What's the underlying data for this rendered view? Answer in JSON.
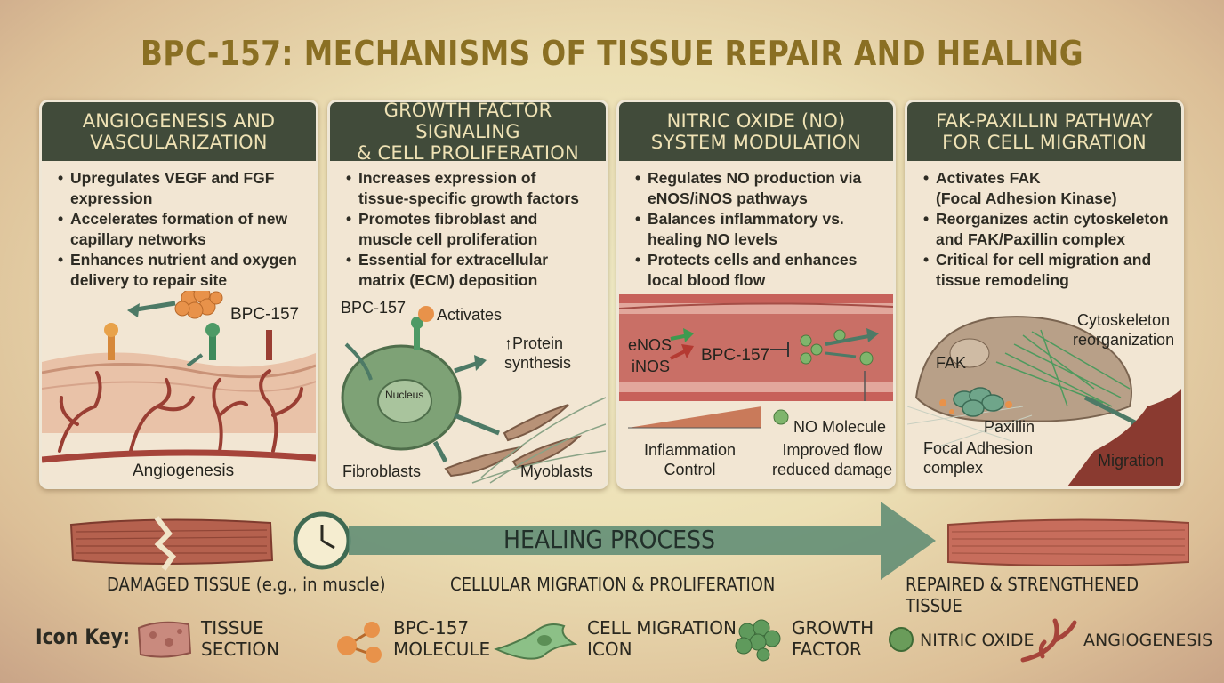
{
  "title": "BPC-157: MECHANISMS OF TISSUE REPAIR AND HEALING",
  "panels": [
    {
      "heading": "ANGIOGENESIS AND\nVASCULARIZATION",
      "bullets": [
        "Upregulates VEGF and FGF\nexpression",
        "Accelerates formation of new\ncapillary networks",
        "Enhances nutrient and oxygen\ndelivery to repair site"
      ],
      "labels": {
        "molecule": "BPC-157",
        "caption": "Angiogenesis"
      }
    },
    {
      "heading": "GROWTH FACTOR SIGNALING\n& CELL PROLIFERATION",
      "bullets": [
        "Increases expression of\ntissue-specific growth factors",
        "Promotes fibroblast and\nmuscle cell proliferation",
        "Essential for extracellular\nmatrix (ECM) deposition"
      ],
      "labels": {
        "molecule": "BPC-157",
        "activates": "Activates",
        "protein": "↑Protein\nsynthesis",
        "nucleus": "Nucleus",
        "fibroblasts": "Fibroblasts",
        "myoblasts": "Myoblasts"
      }
    },
    {
      "heading": "NITRIC OXIDE (NO)\nSYSTEM MODULATION",
      "bullets": [
        "Regulates NO production via\neNOS/iNOS pathways",
        "Balances inflammatory vs.\nhealing NO levels",
        "Protects cells and enhances\nlocal blood flow"
      ],
      "labels": {
        "enos": "eNOS",
        "inos": "iNOS",
        "molecule": "BPC-157",
        "no_molecule": "NO Molecule",
        "inflammation": "Inflammation\nControl",
        "flow": "Improved flow\nreduced damage"
      }
    },
    {
      "heading": "FAK-PAXILLIN PATHWAY\nFOR CELL MIGRATION",
      "bullets": [
        "Activates FAK\n(Focal Adhesion Kinase)",
        "Reorganizes actin cytoskeleton\nand FAK/Paxillin complex",
        "Critical for cell migration and\ntissue remodeling"
      ],
      "labels": {
        "cytoskeleton": "Cytoskeleton\nreorganization",
        "fak": "FAK",
        "paxillin": "Paxillin",
        "focal": "Focal Adhesion\ncomplex",
        "migration": "Migration"
      }
    }
  ],
  "process": {
    "arrow_label": "HEALING PROCESS",
    "damaged": "DAMAGED TISSUE (e.g., in muscle)",
    "middle": "CELLULAR MIGRATION & PROLIFERATION",
    "repaired": "REPAIRED & STRENGTHENED TISSUE"
  },
  "key": {
    "title": "Icon Key:",
    "items": [
      {
        "label": "TISSUE\nSECTION",
        "icon": "tissue-section-icon"
      },
      {
        "label": "BPC-157\nMOLECULE",
        "icon": "bpc157-molecule-icon"
      },
      {
        "label": "CELL MIGRATION\nICON",
        "icon": "cell-migration-icon"
      },
      {
        "label": "GROWTH\nFACTOR",
        "icon": "growth-factor-icon"
      },
      {
        "label": "NITRIC OXIDE",
        "icon": "nitric-oxide-icon"
      },
      {
        "label": "ANGIOGENESIS",
        "icon": "angiogenesis-icon"
      }
    ]
  },
  "colors": {
    "panel_header": "#414b3a",
    "title": "#8a6f23",
    "vessel_red": "#a6443a",
    "arrow_green": "#4d7a66",
    "molecule_orange": "#e8924a",
    "no_green": "#6a9c5a"
  }
}
